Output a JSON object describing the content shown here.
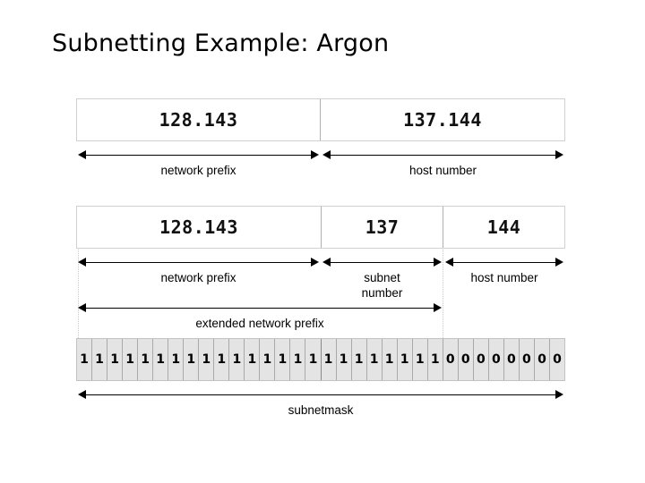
{
  "slide": {
    "title": "Subnetting Example: Argon",
    "background_color": "#ffffff",
    "text_color": "#000000"
  },
  "address_row_unsubnetted": {
    "cells": [
      {
        "value": "128.143",
        "role": "network-prefix"
      },
      {
        "value": "137.144",
        "role": "host-number"
      }
    ],
    "labels": [
      {
        "text": "network prefix"
      },
      {
        "text": "host number"
      }
    ]
  },
  "address_row_subnetted": {
    "cells": [
      {
        "value": "128.143",
        "role": "network-prefix"
      },
      {
        "value": "137",
        "role": "subnet-number"
      },
      {
        "value": "144",
        "role": "host-number"
      }
    ],
    "labels": [
      {
        "text": "network prefix"
      },
      {
        "text": "subnet\nnumber",
        "line1": "subnet",
        "line2": "number"
      },
      {
        "text": "host number"
      }
    ],
    "span_label": "extended network prefix"
  },
  "subnetmask": {
    "label": "subnetmask",
    "total_bits": 32,
    "ones": 24,
    "zeros": 8,
    "bits": [
      "1",
      "1",
      "1",
      "1",
      "1",
      "1",
      "1",
      "1",
      "1",
      "1",
      "1",
      "1",
      "1",
      "1",
      "1",
      "1",
      "1",
      "1",
      "1",
      "1",
      "1",
      "1",
      "1",
      "1",
      "0",
      "0",
      "0",
      "0",
      "0",
      "0",
      "0",
      "0"
    ],
    "cell_background": "#e4e4e4",
    "divider_color": "#a9a9a9"
  }
}
